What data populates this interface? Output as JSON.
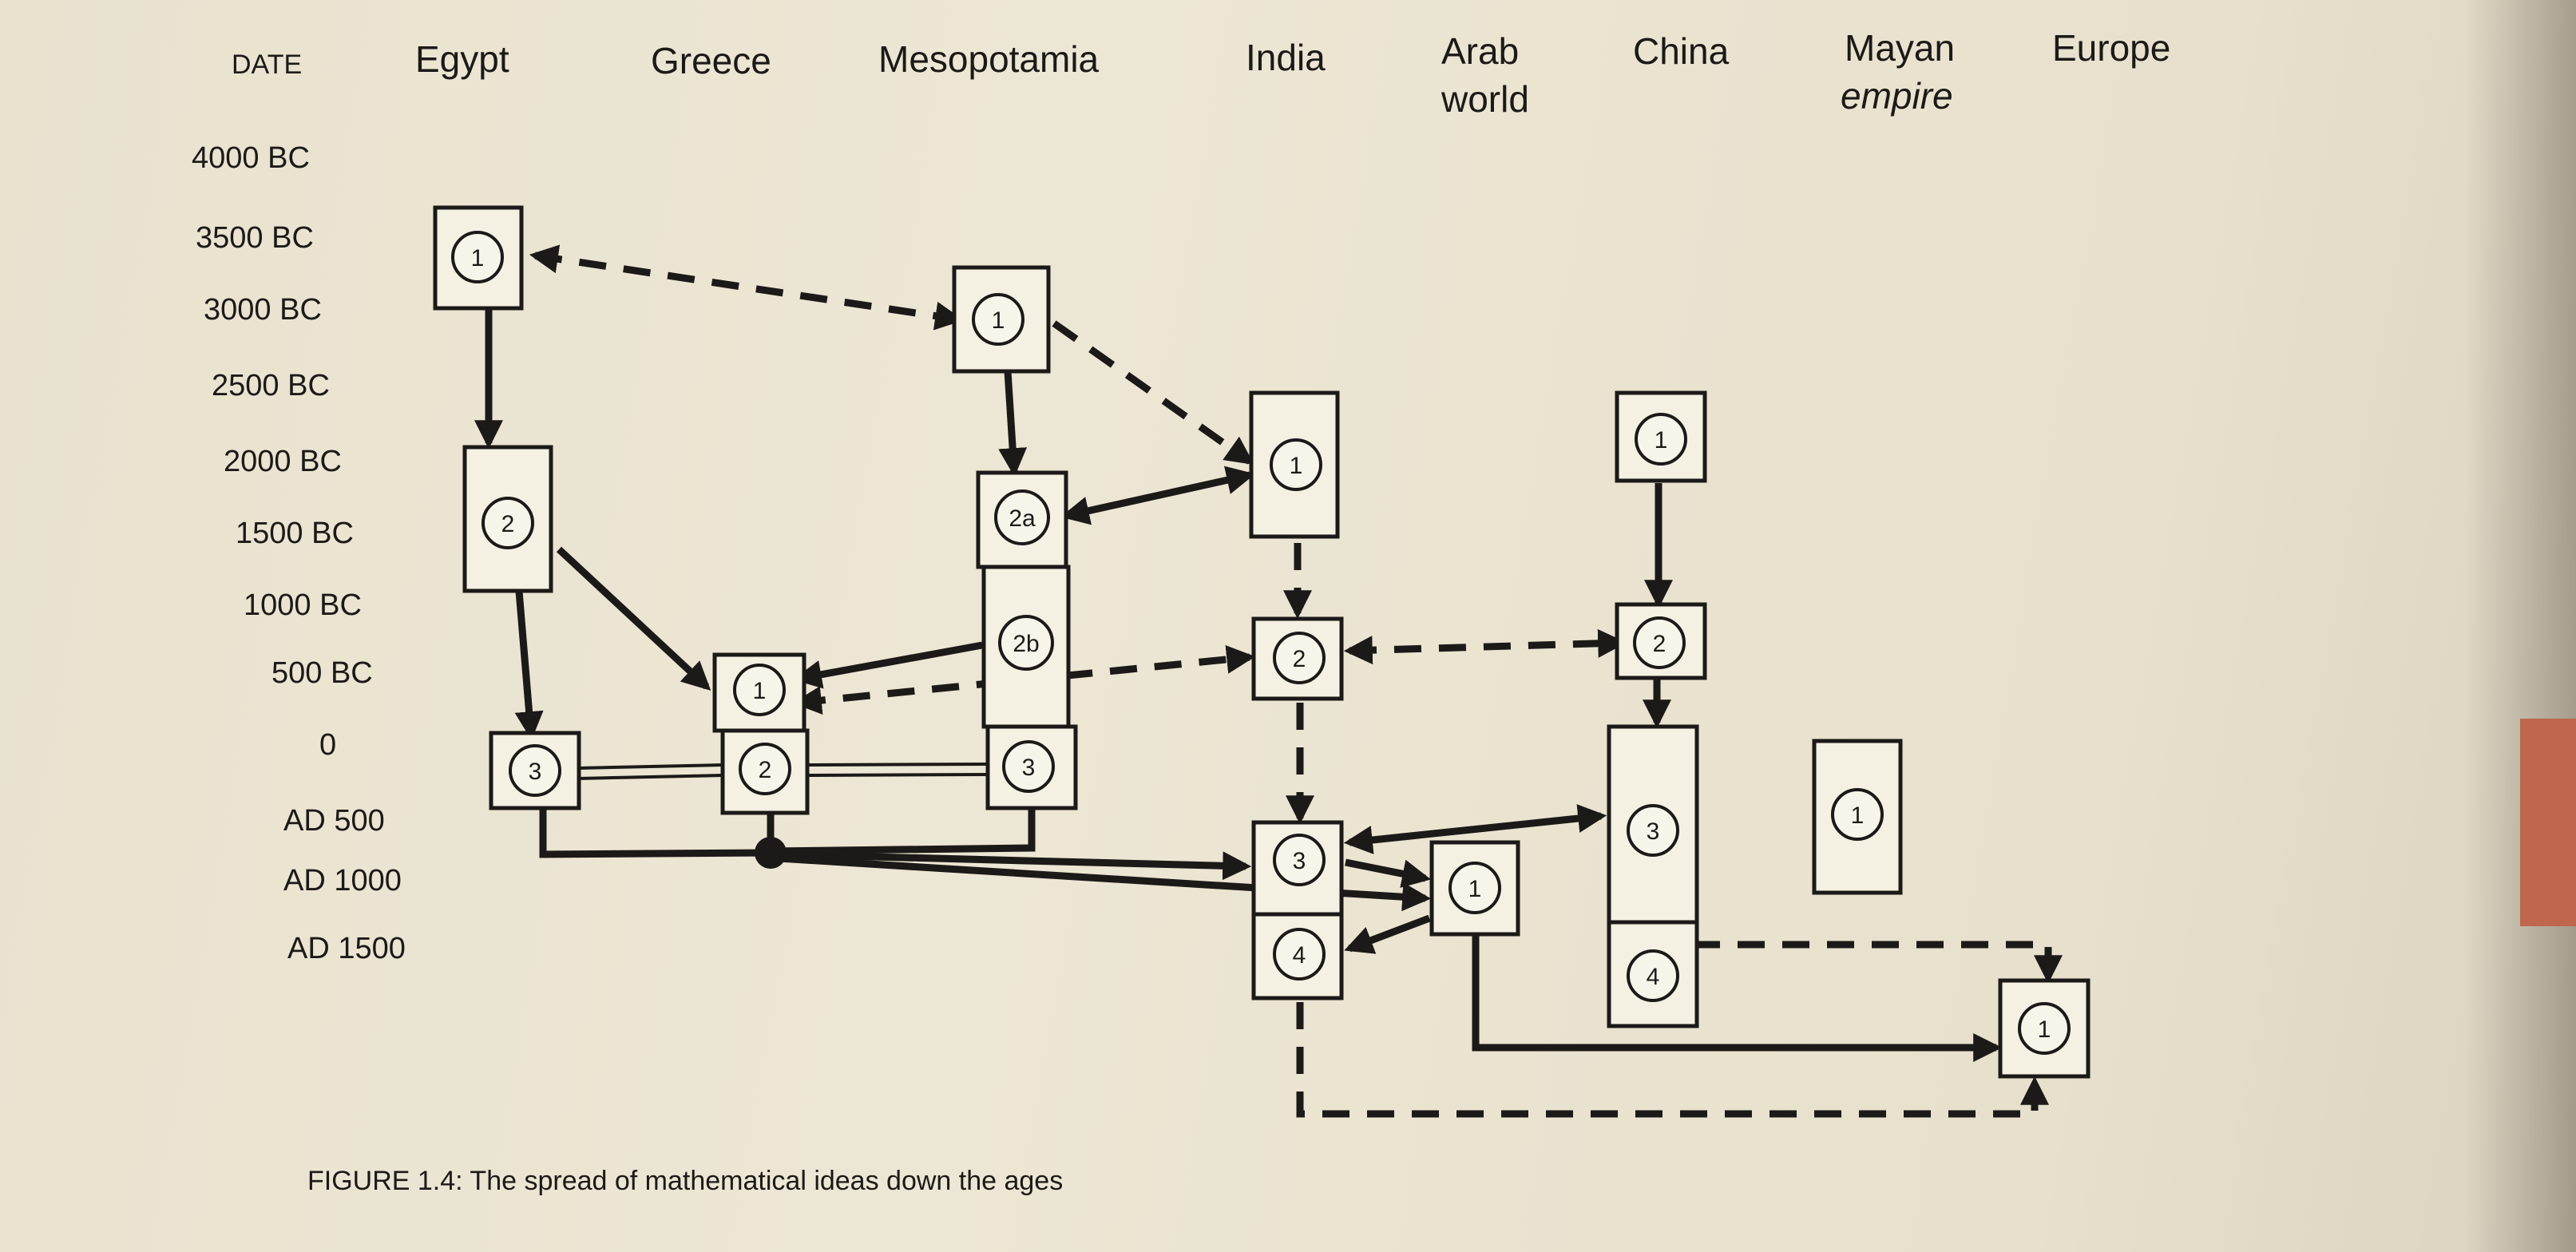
{
  "columns": {
    "date": "DATE",
    "egypt": "Egypt",
    "greece": "Greece",
    "mesopotamia": "Mesopotamia",
    "india": "India",
    "arab_1": "Arab",
    "arab_2": "world",
    "china": "China",
    "mayan_1": "Mayan",
    "mayan_2": "empire",
    "europe": "Europe"
  },
  "dates": [
    "4000 BC",
    "3500 BC",
    "3000 BC",
    "2500 BC",
    "2000 BC",
    "1500 BC",
    "1000 BC",
    "500 BC",
    "0",
    "AD 500",
    "AD 1000",
    "AD 1500"
  ],
  "nodes": {
    "egypt_1": "1",
    "egypt_2": "2",
    "egypt_3": "3",
    "greece_1": "1",
    "greece_2": "2",
    "meso_1": "1",
    "meso_2a": "2a",
    "meso_2b": "2b",
    "meso_3": "3",
    "india_1": "1",
    "india_2": "2",
    "india_3": "3",
    "india_4": "4",
    "arab_1": "1",
    "china_1": "1",
    "china_2": "2",
    "china_3": "3",
    "china_4": "4",
    "mayan_1": "1",
    "europe_1": "1"
  },
  "caption": "FIGURE 1.4: The spread of mathematical ideas down the ages"
}
